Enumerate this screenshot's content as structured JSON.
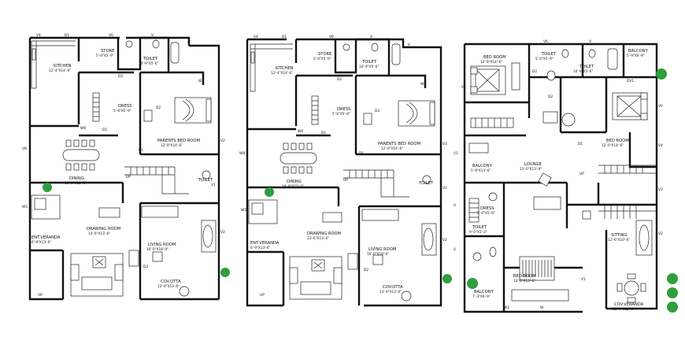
{
  "plans": [
    {
      "rooms": [
        {
          "name": "KITCHEN",
          "dim": "12'-4\"X14'-6\""
        },
        {
          "name": "STORE",
          "dim": "5'-0\"X5'-9\""
        },
        {
          "name": "TOILET",
          "dim": "10'-9\"X5'-6\""
        },
        {
          "name": "DRESS",
          "dim": "5'-6\"X5'-9\""
        },
        {
          "name": "PARENTS BED ROOM",
          "dim": "12'-9\"X14'-6\""
        },
        {
          "name": "DINING",
          "dim": "16'-9\"X15'-0\""
        },
        {
          "name": "TOILET",
          "dim": ""
        },
        {
          "name": "DRAWING ROOM",
          "dim": "13'-6\"X13'-6\""
        },
        {
          "name": "ENT.VERANDA",
          "dim": "6'-9\"X13'-6\""
        },
        {
          "name": "LIVING ROOM",
          "dim": "16'-0\"X18'-0\""
        },
        {
          "name": "COV.OTTA",
          "dim": "13'-9\"X13'-6\""
        }
      ],
      "tags": [
        "V4",
        "D1",
        "V6",
        "V",
        "V",
        "D2",
        "W2",
        "V2",
        "W6",
        "D1",
        "D2",
        "V8",
        "D1",
        "V1",
        "V2",
        "UP",
        "UP",
        "D2",
        "W5"
      ]
    },
    {
      "rooms": [
        {
          "name": "KITCHEN",
          "dim": "12'-4\"X14'-6\""
        },
        {
          "name": "STORE",
          "dim": "5'-0\"X5'-9\""
        },
        {
          "name": "TOILET",
          "dim": "10'-9\"X5'-6\""
        },
        {
          "name": "DRESS",
          "dim": "5'-6\"X5'-9\""
        },
        {
          "name": "PARENTS BED ROOM",
          "dim": "12'-9\"X14'-6\""
        },
        {
          "name": "DINING",
          "dim": "16'-9\"X15'-0\""
        },
        {
          "name": "TOILET",
          "dim": ""
        },
        {
          "name": "DRAWING ROOM",
          "dim": "13'-6\"X13'-6\""
        },
        {
          "name": "ENT.VERANDA",
          "dim": "6'-9\"X13'-6\""
        },
        {
          "name": "LIVING ROOM",
          "dim": "16'-0\"X18'-0\""
        },
        {
          "name": "COV.OTTA",
          "dim": "13'-9\"X13'-6\""
        }
      ],
      "tags": [
        "V4",
        "D1",
        "V6",
        "V",
        "V",
        "D2",
        "W2",
        "V3",
        "W6",
        "D1",
        "D2",
        "W8",
        "D1",
        "V1",
        "V2",
        "UP",
        "UP",
        "D2",
        "W5"
      ]
    },
    {
      "rooms": [
        {
          "name": "BED ROOM",
          "dim": "12'-9\"X14'-6\""
        },
        {
          "name": "TOILET",
          "dim": "5'-0\"X5'-9\""
        },
        {
          "name": "TOILET",
          "dim": "10'-9\"X5'-6\""
        },
        {
          "name": "BALCONY",
          "dim": "5'-9\"X6'-9\""
        },
        {
          "name": "LOUNGE",
          "dim": "13'-0\"X13'-9\""
        },
        {
          "name": "BED ROOM",
          "dim": "12'-0\"X14'-6\""
        },
        {
          "name": "BALCONY",
          "dim": "5'-9\"X13'-6\""
        },
        {
          "name": "DRESS",
          "dim": "5'-0\"X5'-9\""
        },
        {
          "name": "TOILET",
          "dim": "9'-0\"X5'-3\""
        },
        {
          "name": "BED ROOM",
          "dim": "13'-0\"X13'-6\""
        },
        {
          "name": "SITTING",
          "dim": "12'-6\"X10'-6\""
        },
        {
          "name": "BALCONY",
          "dim": "7'-3\"X6'-9\""
        },
        {
          "name": "COV.VERANDA",
          "dim": "13'-9\"X13'-6\""
        }
      ],
      "tags": [
        "V6",
        "V",
        "V",
        "D2",
        "D2",
        "DV1",
        "V6",
        "V4",
        "D1",
        "UP",
        "V1",
        "V3",
        "V",
        "V2",
        "V",
        "V1",
        "W1",
        "W"
      ]
    }
  ]
}
